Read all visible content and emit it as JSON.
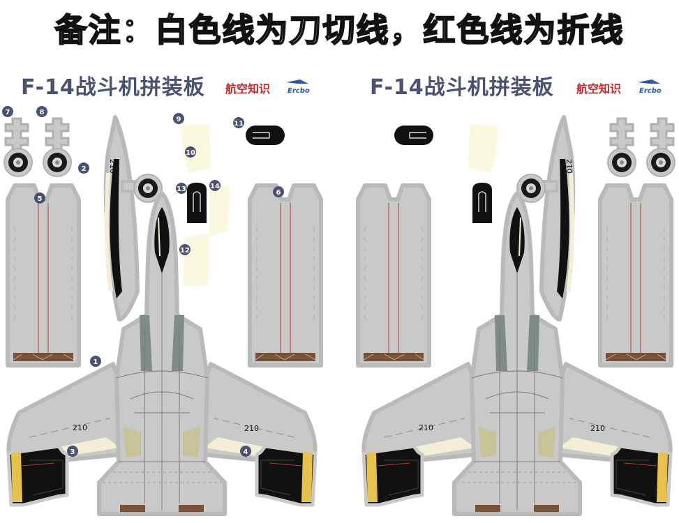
{
  "note": "备注：白色线为刀切线，红色线为折线",
  "sheets": [
    {
      "title": "F-14战斗机拼装板",
      "brand_cn": "航空知识",
      "brand_en": "Ercbo"
    },
    {
      "title": "F-14战斗机拼装板",
      "brand_cn": "航空知识",
      "brand_en": "Ercbo"
    }
  ],
  "part_numbers": [
    "1",
    "2",
    "3",
    "4",
    "5",
    "6",
    "7",
    "8",
    "9",
    "10",
    "11",
    "12",
    "13",
    "14"
  ],
  "tail_code": "210",
  "colors": {
    "border": "#b9b9b9",
    "part_fill": "#c9c9c9",
    "cream": "#fbf8e0",
    "fold_line": "#c0392b",
    "brown": "#7a5238",
    "black": "#111111",
    "yellow": "#e8c14a",
    "canopy": "#7e8c84"
  }
}
